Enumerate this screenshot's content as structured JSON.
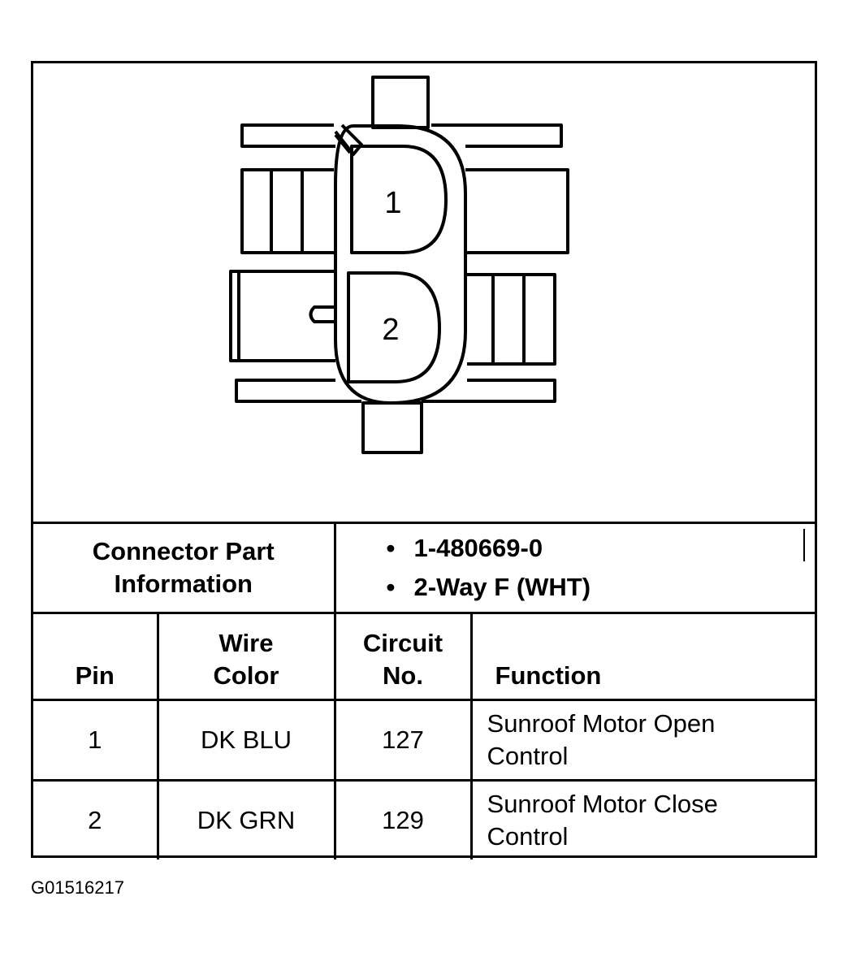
{
  "diagram": {
    "pin_labels": [
      "1",
      "2"
    ]
  },
  "connector_info": {
    "heading_line1": "Connector Part",
    "heading_line2": "Information",
    "bullet": "•",
    "items": [
      "1-480669-0",
      "2-Way F (WHT)"
    ]
  },
  "table": {
    "headers": {
      "pin": "Pin",
      "wire_color_line1": "Wire",
      "wire_color_line2": "Color",
      "circuit_line1": "Circuit",
      "circuit_line2": "No.",
      "function": "Function"
    },
    "rows": [
      {
        "pin": "1",
        "wire_color": "DK BLU",
        "circuit": "127",
        "function_line1": "Sunroof Motor Open",
        "function_line2": "Control"
      },
      {
        "pin": "2",
        "wire_color": "DK GRN",
        "circuit": "129",
        "function_line1": "Sunroof Motor Close",
        "function_line2": "Control"
      }
    ]
  },
  "caption": "G01516217"
}
